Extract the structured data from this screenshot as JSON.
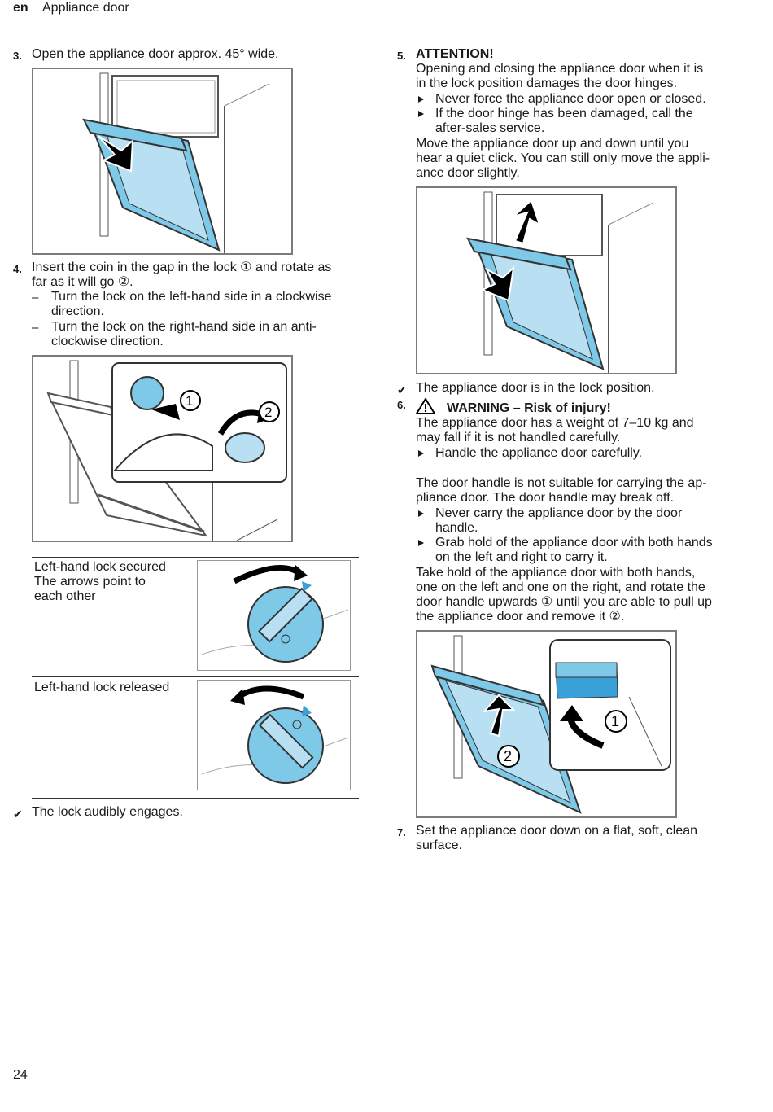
{
  "header": {
    "lang": "en",
    "title": "Appliance door"
  },
  "step3": {
    "num": "3.",
    "text": "Open the appliance door approx. 45° wide."
  },
  "step4": {
    "num": "4.",
    "line1": "Insert the coin in the gap in the lock ① and rotate as",
    "line2": "far as it will go ②.",
    "sub1_dash": "–",
    "sub1_l1": "Turn the lock on the left-hand side in a clockwise",
    "sub1_l2": "direction.",
    "sub2_dash": "–",
    "sub2_l1": "Turn the lock on the right-hand side in an anti-",
    "sub2_l2": "clockwise direction."
  },
  "lock_table": {
    "row1_l1": "Left-hand lock secured",
    "row1_l2": "The arrows point to",
    "row1_l3": "each other",
    "row2": "Left-hand lock released"
  },
  "left_result": {
    "check": "✔",
    "text": "The lock audibly engages."
  },
  "step5": {
    "num": "5.",
    "attention": "ATTENTION!",
    "l1": "Opening and closing the appliance door when it is",
    "l2": "in the lock position damages the door hinges.",
    "b1": "Never force the appliance door open or closed.",
    "b2_l1": "If the door hinge has been damaged, call the",
    "b2_l2": "after-sales service.",
    "m1": "Move the appliance door up and down until you",
    "m2": "hear a quiet click. You can still only move the appli-",
    "m3": "ance door slightly."
  },
  "right_result": {
    "check": "✔",
    "text": "The appliance door is in the lock position."
  },
  "step6": {
    "num": "6.",
    "warning": "WARNING – Risk of injury!",
    "w1": "The appliance door has a weight of 7–10 kg and",
    "w2": "may fall if it is not handled carefully.",
    "wb1": "Handle the appliance door carefully.",
    "p1": "The door handle is not suitable for carrying the ap-",
    "p2": "pliance door. The door handle may break off.",
    "pb1_l1": "Never carry the appliance door by the door",
    "pb1_l2": "handle.",
    "pb2_l1": "Grab hold of the appliance door with both hands",
    "pb2_l2": "on the left and right to carry it.",
    "t1": "Take hold of the appliance door with both hands,",
    "t2": "one on the left and one on the right, and rotate the",
    "t3": "door handle upwards ① until you are able to pull up",
    "t4": "the appliance door and remove it ②."
  },
  "step7": {
    "num": "7.",
    "l1": "Set the appliance door down on a flat, soft, clean",
    "l2": "surface."
  },
  "callouts": {
    "one": "1",
    "two": "2"
  },
  "colors": {
    "door_blue": "#7ec8e8",
    "door_light": "#b9e0f2",
    "frame_gray": "#7b7b7b"
  },
  "footer": {
    "page": "24"
  }
}
